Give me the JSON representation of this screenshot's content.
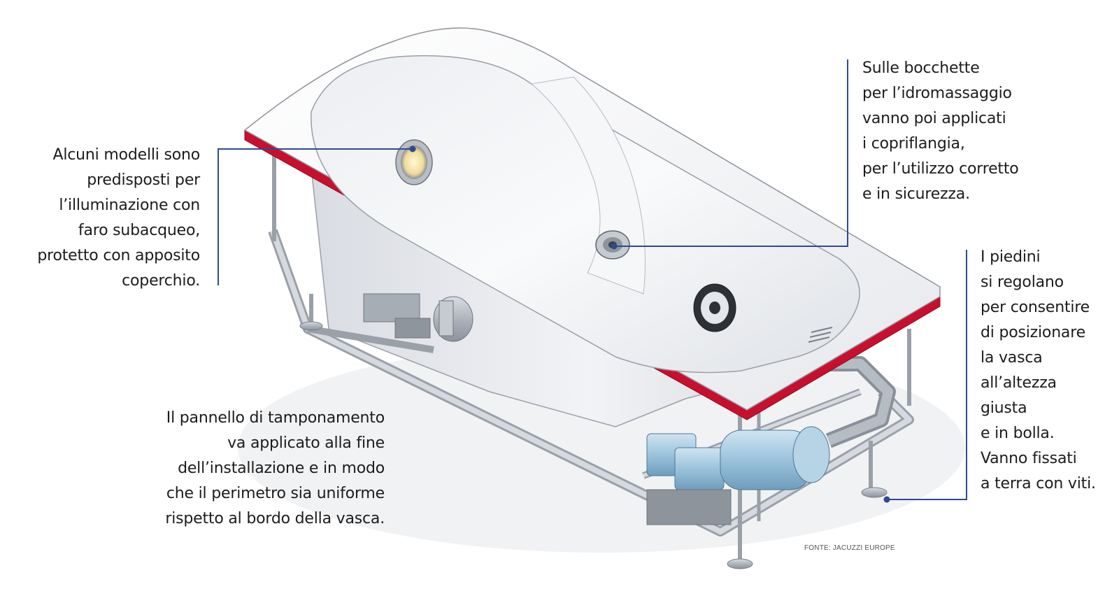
{
  "callouts": {
    "lighting": {
      "lines": [
        "Alcuni modelli sono",
        "predisposti per",
        "l’illuminazione con",
        "faro subacqueo,",
        "protetto con apposito",
        "coperchio."
      ]
    },
    "jets": {
      "lines": [
        "Sulle bocchette",
        "per l’idromassaggio",
        "vanno poi applicati",
        "i copriflangia,",
        "per l’utilizzo corretto",
        "e in sicurezza."
      ]
    },
    "feet": {
      "lines": [
        "I piedini",
        "si regolano",
        "per consentire",
        "di posizionare",
        "la vasca",
        "all’altezza",
        "giusta",
        "e in bolla.",
        "Vanno fissati",
        "a terra con viti."
      ]
    },
    "panel": {
      "lines": [
        "Il pannello di tamponamento",
        "va applicato alla fine",
        "dell’installazione e in modo",
        "che il perimetro sia uniforme",
        "rispetto al bordo della vasca."
      ]
    }
  },
  "source": "FONTE: JACUZZI EUROPE",
  "colors": {
    "leader_line": "#2f4a8f",
    "rim_red": "#c8102e",
    "tub_white": "#f4f5f7",
    "frame_metal": "#b9bec6",
    "motor_blue": "#9cc3dc",
    "text": "#1c1c1c"
  }
}
